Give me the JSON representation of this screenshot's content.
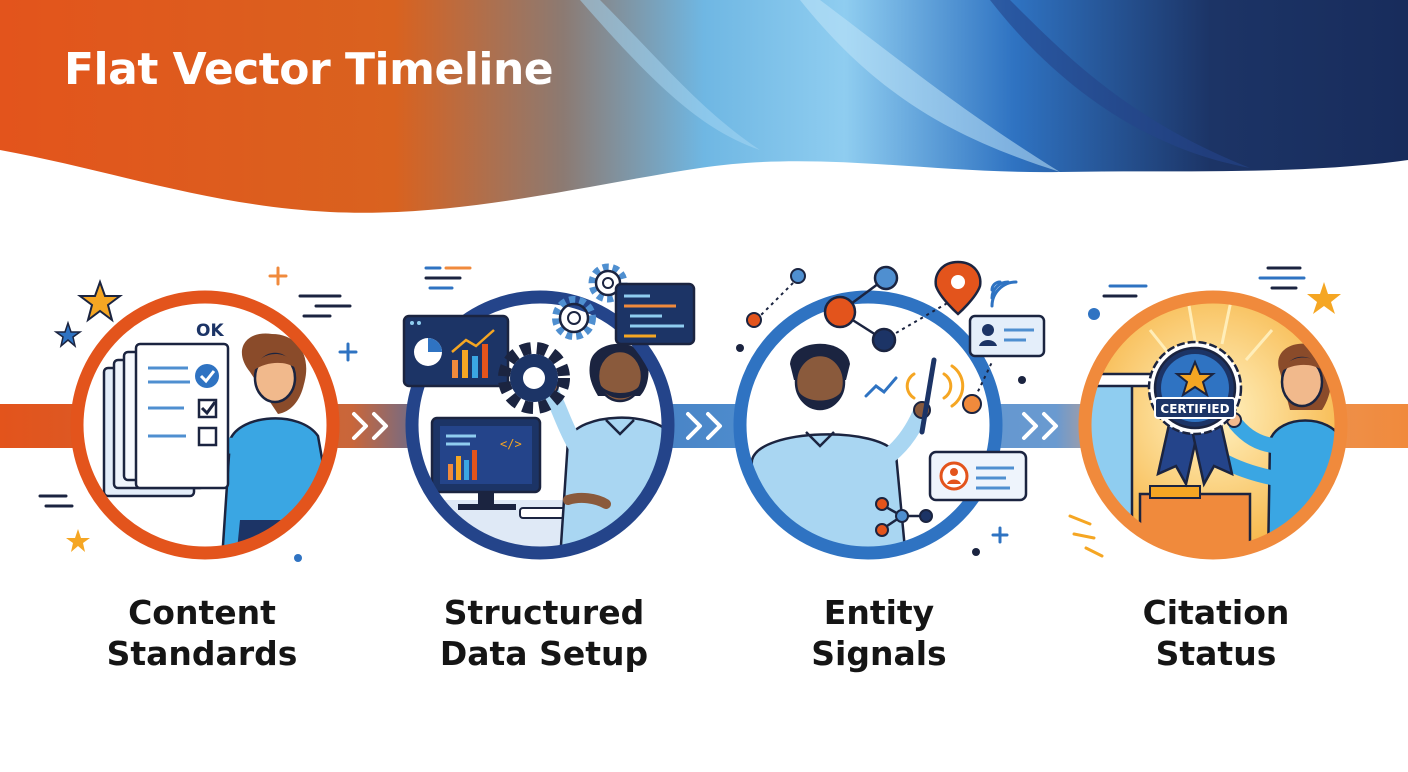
{
  "header": {
    "title": "Flat Vector Timeline"
  },
  "colors": {
    "orange": "#e3541c",
    "orange_light": "#f5a623",
    "blue_dark": "#1c3466",
    "blue_mid": "#2f73c2",
    "blue_light": "#8fcdf0",
    "shirt_blue": "#3aa6e3",
    "shirt_light": "#a9d6f2",
    "outline": "#1b2440",
    "skin_light": "#f1b98c",
    "skin_dark": "#8a5a3c"
  },
  "steps": [
    {
      "line1": "Content",
      "line2": "Standards",
      "icons": [
        "checklist-icon",
        "person-icon"
      ],
      "badge": "OK"
    },
    {
      "line1": "Structured",
      "line2": "Data Setup",
      "icons": [
        "gear-icon",
        "monitor-icon",
        "code-window-icon",
        "chart-icon"
      ]
    },
    {
      "line1": "Entity",
      "line2": "Signals",
      "icons": [
        "network-icon",
        "location-pin-icon",
        "wifi-icon",
        "id-card-icon"
      ]
    },
    {
      "line1": "Citation",
      "line2": "Status",
      "icons": [
        "ribbon-badge-icon",
        "star-icon",
        "folder-icon"
      ],
      "badge": "CERTIFIED"
    }
  ]
}
